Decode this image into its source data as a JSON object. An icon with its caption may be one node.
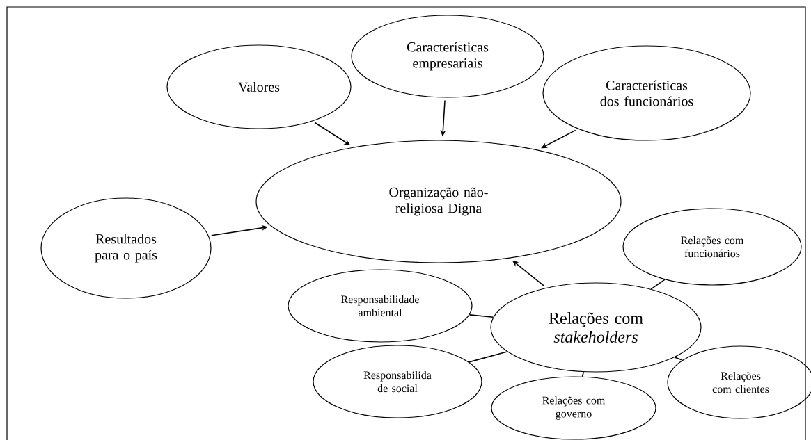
{
  "diagram": {
    "nodes": [
      {
        "text": [
          "Valores"
        ]
      },
      {
        "text": [
          "Características empresariais"
        ]
      },
      {
        "text": [
          "Características dos funcionários"
        ]
      },
      {
        "text": [
          "Organização não-religiosa Digna"
        ]
      },
      {
        "text": [
          "Resultados para o país"
        ]
      },
      {
        "text": [
          "Relações com funcionários"
        ]
      },
      {
        "text": [
          "Responsabilidade ambiental"
        ]
      },
      {
        "text": [
          "Relações com *stakeholders*"
        ]
      },
      {
        "text": [
          "Responsabilida de social"
        ]
      },
      {
        "text": [
          "Relações com clientes"
        ]
      },
      {
        "text": [
          "Relações com governo"
        ]
      }
    ],
    "edges": [
      {
        "from": 0,
        "to": 3,
        "arrow": "to"
      },
      {
        "from": 1,
        "to": 3,
        "arrow": "to"
      },
      {
        "from": 2,
        "to": 3,
        "arrow": "to"
      },
      {
        "from": 4,
        "to": 3,
        "arrow": "to"
      },
      {
        "from": 7,
        "to": 3,
        "arrow": "to"
      },
      {
        "from": 7,
        "to": 5,
        "arrow": "none"
      },
      {
        "from": 7,
        "to": 6,
        "arrow": "none"
      },
      {
        "from": 7,
        "to": 8,
        "arrow": "none"
      },
      {
        "from": 7,
        "to": 10,
        "arrow": "none"
      },
      {
        "from": 7,
        "to": 9,
        "arrow": "none"
      }
    ]
  }
}
